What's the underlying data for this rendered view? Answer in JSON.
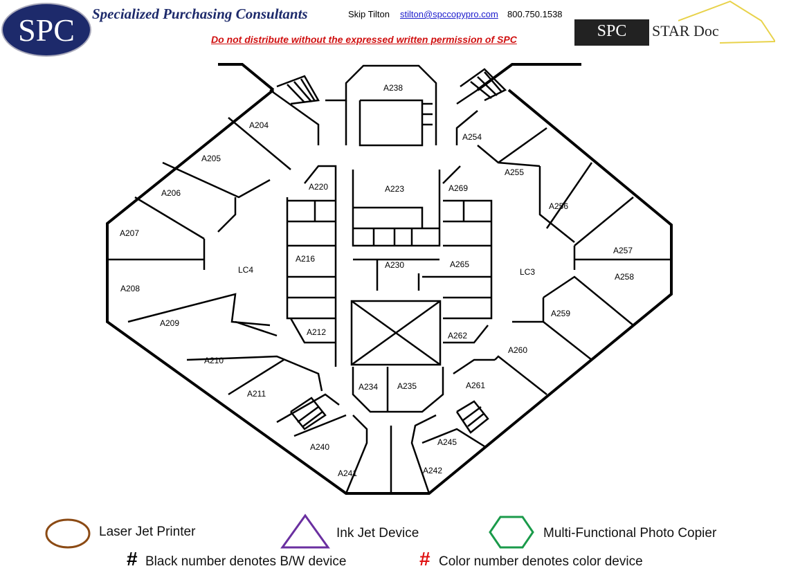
{
  "header": {
    "logo_text": "SPC",
    "company": "Specialized Purchasing Consultants",
    "contact_name": "Skip Tilton",
    "contact_email": "stilton@spccopypro.com",
    "contact_phone": "800.750.1538",
    "warning": "Do not distribute without the expressed written permission of SPC",
    "stardoc_logo": "SPC",
    "stardoc_title": "STAR Doc"
  },
  "rooms": {
    "A238": "A238",
    "A204": "A204",
    "A205": "A205",
    "A206": "A206",
    "A207": "A207",
    "A208": "A208",
    "A209": "A209",
    "A210": "A210",
    "A211": "A211",
    "A220": "A220",
    "A223": "A223",
    "A269": "A269",
    "A254": "A254",
    "A255": "A255",
    "A256": "A256",
    "A257": "A257",
    "A258": "A258",
    "A259": "A259",
    "A260": "A260",
    "A261": "A261",
    "A216": "A216",
    "A230": "A230",
    "A265": "A265",
    "A212": "A212",
    "A262": "A262",
    "A234": "A234",
    "A235": "A235",
    "A240": "A240",
    "A241": "A241",
    "A242": "A242",
    "A245": "A245",
    "LC4": "LC4",
    "LC3": "LC3"
  },
  "legend": {
    "laser": "Laser Jet Printer",
    "inkjet": "Ink Jet Device",
    "mfp": "Multi-Functional Photo Copier",
    "bw_symbol": "#",
    "bw_note": "Black number denotes B/W device",
    "color_symbol": "#",
    "color_note": "Color number denotes color device",
    "colors": {
      "laser": "#8b4a14",
      "inkjet": "#6a2fa0",
      "mfp": "#1a9a4a",
      "color_hash": "#e01010"
    }
  }
}
